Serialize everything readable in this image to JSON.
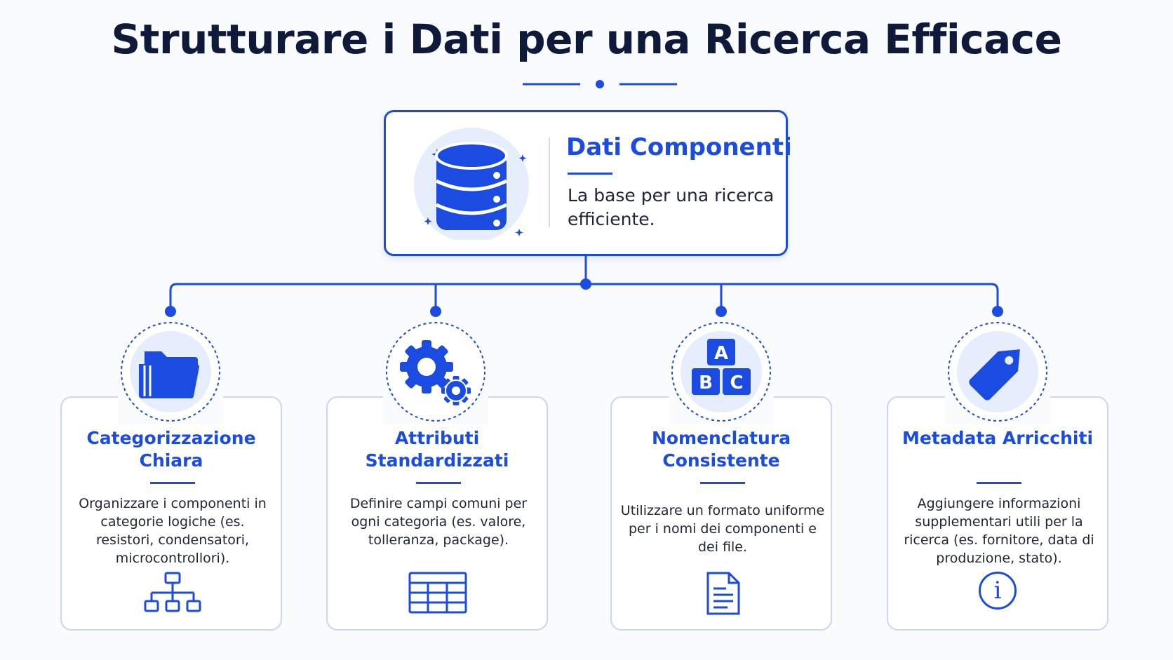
{
  "title": "Strutturare i Dati per una Ricerca Efficace",
  "colors": {
    "accent": "#1b4be0",
    "text": "#1d2536",
    "title": "#0f1a3a",
    "badge_bg": "#e6edfc"
  },
  "root": {
    "icon": "database-icon",
    "title": "Dati Componenti",
    "description": "La base per una ricerca efficiente."
  },
  "cards": [
    {
      "icon": "folder-icon",
      "title": "Categorizzazione Chiara",
      "description": "Organizzare i componenti in categorie logiche (es. resistori, condensatori, microcontrollori).",
      "footer_icon": "hierarchy-icon"
    },
    {
      "icon": "gears-icon",
      "title": "Attributi Standardizzati",
      "description": "Definire campi comuni per ogni categoria (es. valore, tolleranza, package).",
      "footer_icon": "table-icon"
    },
    {
      "icon": "abc-blocks-icon",
      "title": "Nomenclatura Consistente",
      "description": "Utilizzare un formato uniforme per i nomi dei componenti e dei file.",
      "footer_icon": "document-icon",
      "letters": [
        "A",
        "B",
        "C"
      ]
    },
    {
      "icon": "tag-icon",
      "title": "Metadata Arricchiti",
      "description": "Aggiungere informazioni supplementari utili per la ricerca (es. fornitore, data di produzione, stato).",
      "footer_icon": "info-icon",
      "footer_glyph": "i"
    }
  ]
}
